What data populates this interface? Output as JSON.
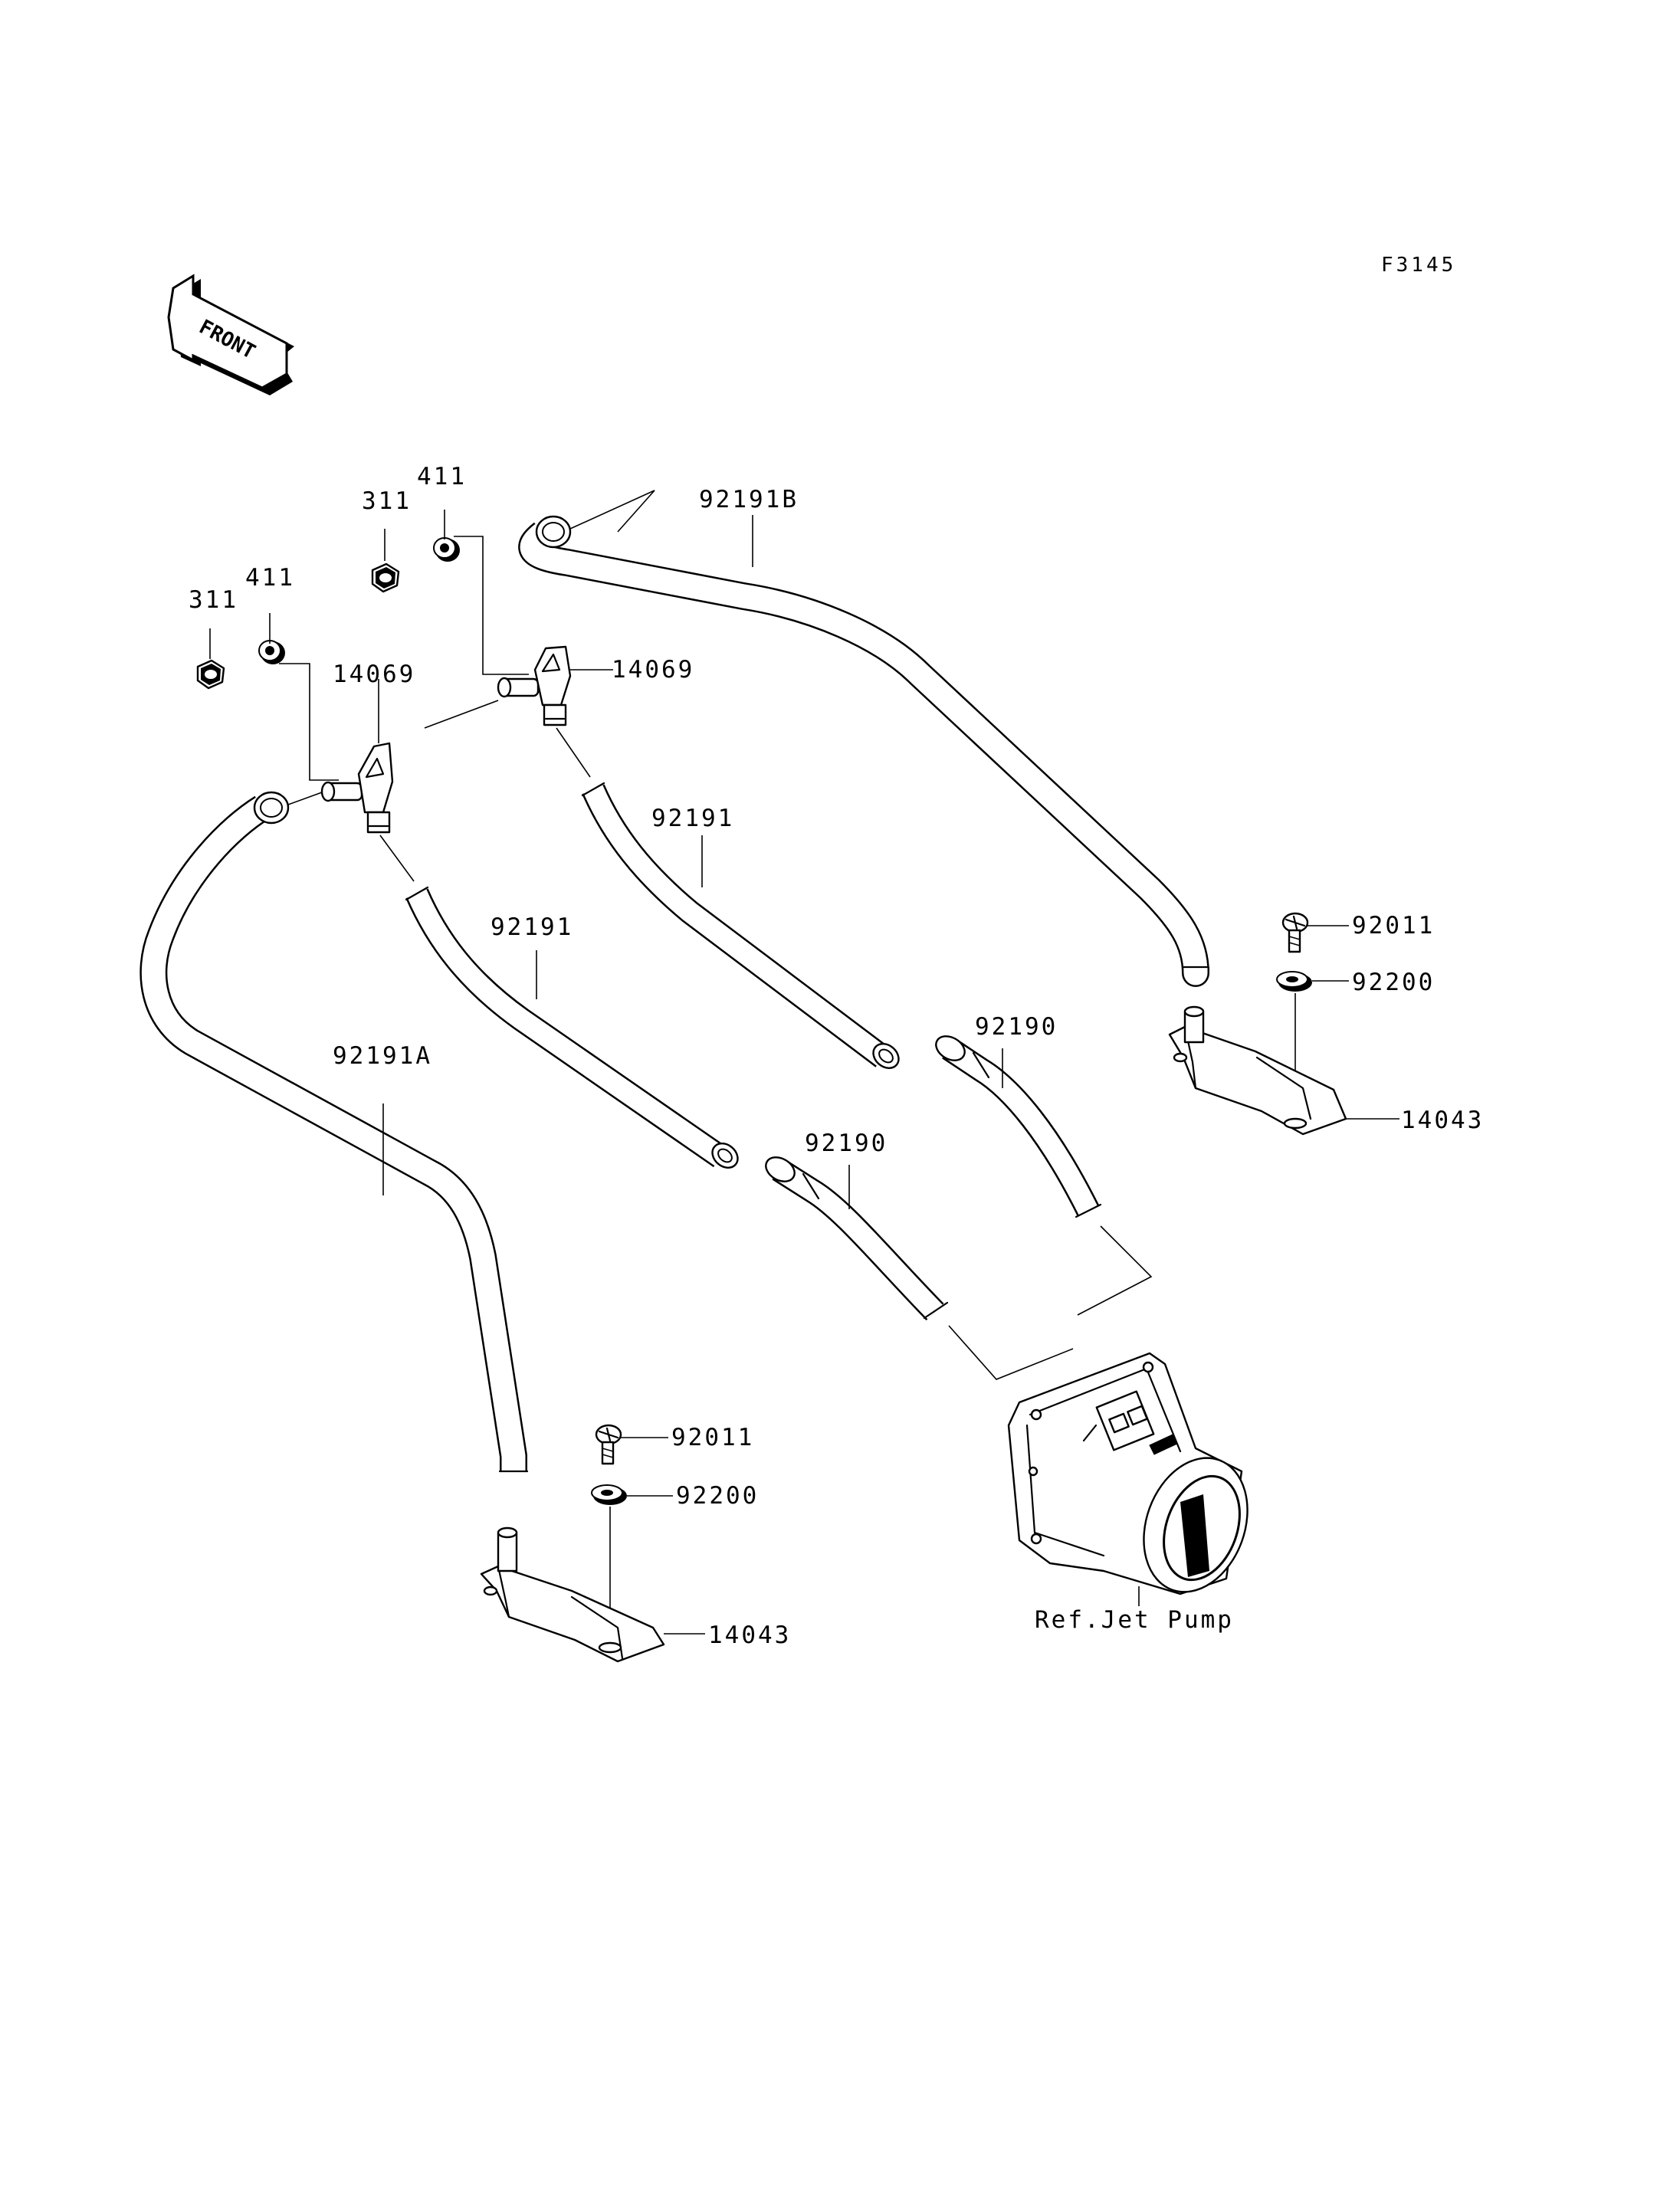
{
  "figure_code": "F3145",
  "front_arrow": {
    "text": "FRONT"
  },
  "labels": {
    "p311_a": "311",
    "p411_a": "411",
    "p311_b": "311",
    "p411_b": "411",
    "p92191B": "92191B",
    "p14069_a": "14069",
    "p14069_b": "14069",
    "p92191_a": "92191",
    "p92191_b": "92191",
    "p92191A": "92191A",
    "p92011_a": "92011",
    "p92200_a": "92200",
    "p14043_a": "14043",
    "p92190_a": "92190",
    "p92190_b": "92190",
    "p92011_b": "92011",
    "p92200_b": "92200",
    "p14043_b": "14043",
    "ref_jet_pump": "Ref.Jet Pump"
  }
}
